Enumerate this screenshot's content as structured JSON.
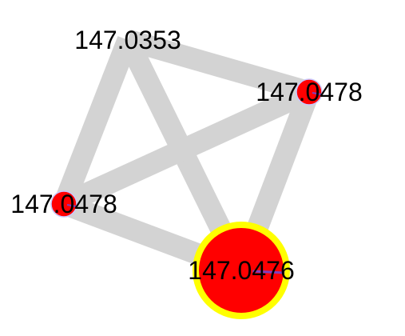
{
  "graph": {
    "colors": {
      "edge": "#d3d3d3",
      "node_fill": "#ff0000",
      "highlight_ring": "#ffff00",
      "accent_stroke": "#7f3fbf",
      "label": "#000000",
      "background": "#ffffff"
    },
    "nodes": [
      {
        "id": "n1",
        "label": "147.0353",
        "size": "none",
        "highlighted": false
      },
      {
        "id": "n2",
        "label": "147.0478",
        "size": "small",
        "highlighted": false
      },
      {
        "id": "n3",
        "label": "147.0478",
        "size": "small",
        "highlighted": false
      },
      {
        "id": "n4",
        "label": "147.0476",
        "size": "large",
        "highlighted": true
      }
    ],
    "edges": [
      {
        "source": "n1",
        "target": "n3"
      },
      {
        "source": "n1",
        "target": "n2"
      },
      {
        "source": "n1",
        "target": "n4"
      },
      {
        "source": "n3",
        "target": "n2"
      },
      {
        "source": "n3",
        "target": "n4"
      },
      {
        "source": "n2",
        "target": "n4"
      }
    ]
  }
}
